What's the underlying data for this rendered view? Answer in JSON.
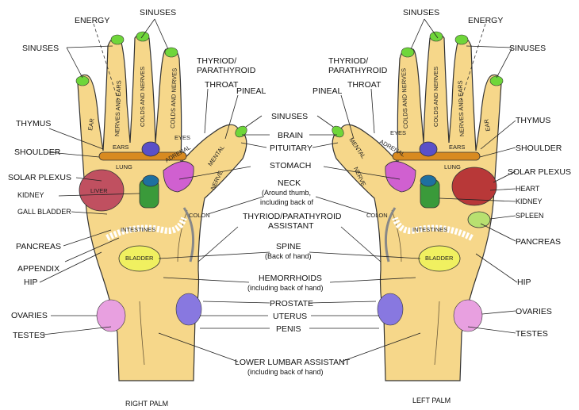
{
  "labels": {
    "energy": "ENERGY",
    "sinuses": "SINUSES",
    "thyroid_parathyroid": "THYRIOD/\nPARATHYROID",
    "throat": "THROAT",
    "pineal": "PINEAL",
    "brain": "BRAIN",
    "pituitary": "PITUITARY",
    "thymus": "THYMUS",
    "shoulder": "SHOULDER",
    "solar_plexus": "SOLAR PLEXUS",
    "kidney": "KIDNEY",
    "gall_bladder": "GALL BLADDER",
    "stomach": "STOMACH",
    "neck_line1": "NECK",
    "neck_line2": "(Around thumb,",
    "neck_line3": "including back of",
    "thyroid_assistant_line1": "THYRIOD/PARATHYROID",
    "thyroid_assistant_line2": "ASSISTANT",
    "heart": "HEART",
    "spleen": "SPLEEN",
    "pancreas": "PANCREAS",
    "appendix": "APPENDIX",
    "hip": "HIP",
    "spine_line1": "SPINE",
    "spine_line2": "(Back of hand)",
    "hemorrhoids_line1": "HEMORRHOIDS",
    "hemorrhoids_line2": "(including back of  hand)",
    "ovaries": "OVARIES",
    "testes": "TESTES",
    "prostate": "PROSTATE",
    "uterus": "UTERUS",
    "penis": "PENIS",
    "lower_lumbar_line1": "LOWER LUMBAR ASSISTANT",
    "lower_lumbar_line2": "(including back of  hand)"
  },
  "in_hand": {
    "ear": "EAR",
    "nerves_and_ears": "NERVES AND EARS",
    "colds_and_nerves": "COLDS AND NERVES",
    "eyes": "EYES",
    "ears": "EARS",
    "adrenal": "ADRENAL",
    "mental": "MENTAL",
    "nerve": "NERVE",
    "lung": "LUNG",
    "liver": "LIVER",
    "colon": "COLON",
    "intestines": "INTESTINES",
    "bladder": "BLADDER"
  },
  "captions": {
    "right_palm": "RIGHT PALM",
    "left_palm": "LEFT PALM"
  },
  "colors": {
    "skin": "#f6d78a",
    "fingertip": "#6fd63a",
    "liver": "#c05060",
    "heart": "#b83838",
    "adrenal": "#d060d0",
    "kidney": "#3a9a3a",
    "eyes": "#5a50c8",
    "lung_bar": "#d88a20",
    "ovaries": "#e8a0e0",
    "prostate": "#8878e0",
    "spleen": "#b8e070",
    "bladder": "#f0f060"
  }
}
